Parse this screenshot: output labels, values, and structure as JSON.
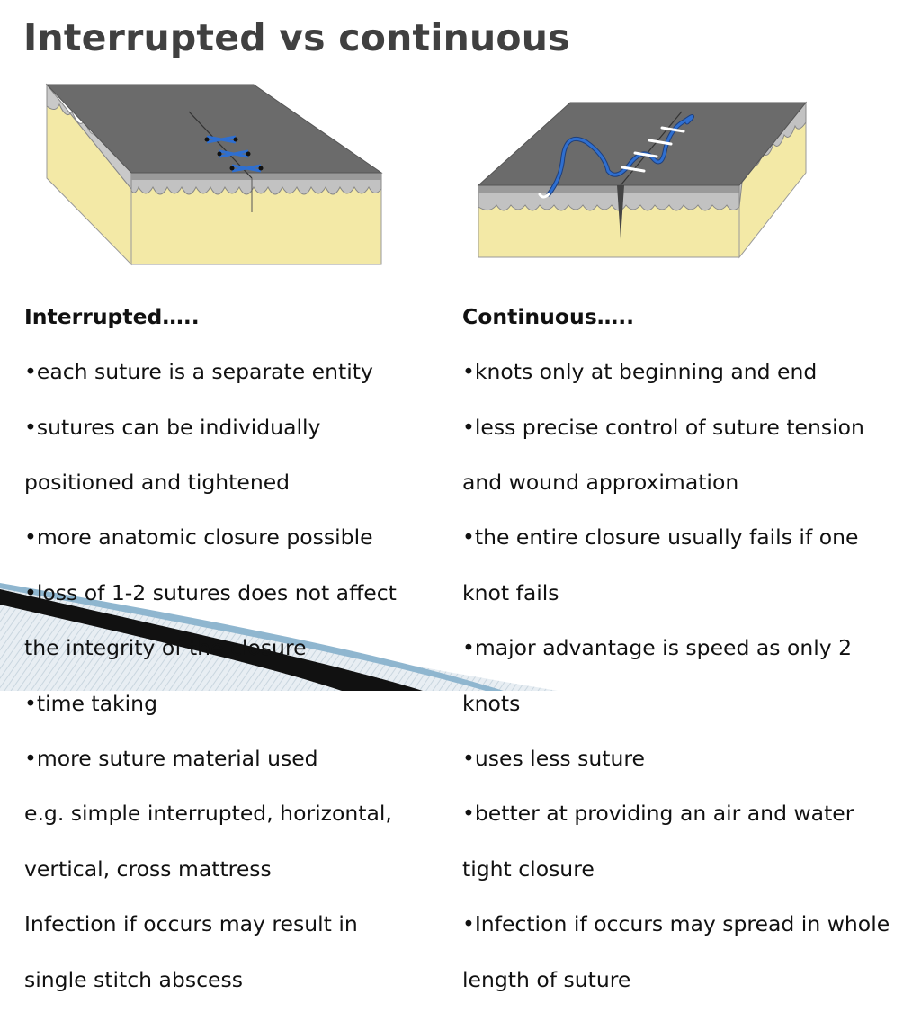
{
  "slide": {
    "title": "Interrupted vs continuous"
  },
  "interrupted": {
    "heading": "Interrupted…..",
    "lines": [
      "•each suture is a separate entity",
      "•sutures can be individually",
      "positioned and tightened",
      "•more anatomic closure possible",
      "•loss of 1-2 sutures does not affect",
      "the integrity of the closure",
      "•time taking",
      "•more suture material used",
      "e.g. simple interrupted, horizontal,",
      "vertical, cross mattress",
      "Infection if occurs may result in",
      "single stitch abscess"
    ]
  },
  "continuous": {
    "heading": "Continuous…..",
    "lines": [
      "•knots only at beginning and end",
      "•less precise control of suture tension",
      "and wound approximation",
      "•the entire closure usually fails if one",
      "knot fails",
      "•major advantage is speed as only 2",
      "knots",
      "•uses less suture",
      "•better at providing an air and water",
      "tight closure",
      "•Infection if occurs may spread in whole",
      "length of suture"
    ]
  },
  "colors": {
    "skin_top": "#6b6b6b",
    "dermis": "#b8b8b8",
    "fat": "#f3e9a6",
    "suture_blue": "#2f6fd0",
    "title": "#404040"
  }
}
